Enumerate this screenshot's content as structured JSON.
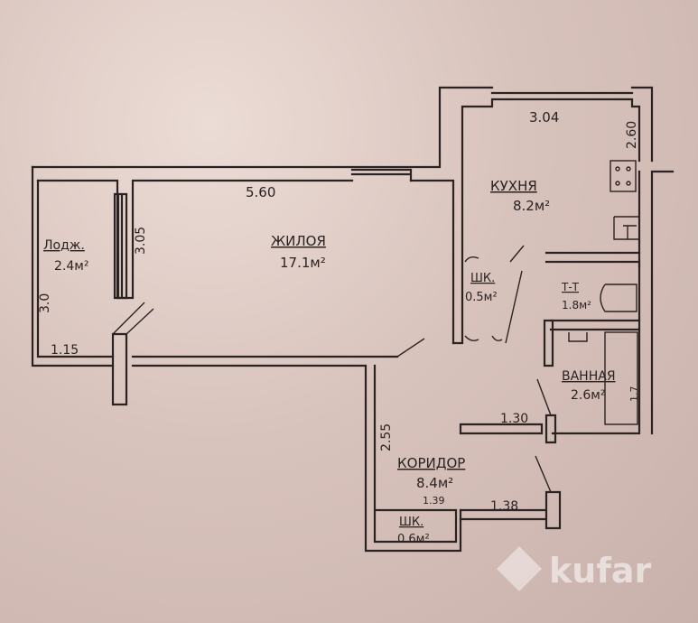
{
  "plan": {
    "rooms": {
      "living": {
        "name": "ЖИЛОЯ",
        "area": "17.1м²",
        "width": "5.60",
        "height": "3.05"
      },
      "loggia": {
        "name": "Лодж.",
        "area": "2.4м²",
        "width": "1.15",
        "height": "3.0"
      },
      "kitchen": {
        "name": "КУХНЯ",
        "area": "8.2м²",
        "width": "3.04",
        "height": "2.60"
      },
      "closet1": {
        "name": "ШК.",
        "area": "0.5м²"
      },
      "toilet": {
        "name": "Т-Т",
        "area": "1.8м²"
      },
      "bath": {
        "name": "ВАННАЯ",
        "area": "2.6м²",
        "width": "1.30",
        "height": "1.7"
      },
      "corridor": {
        "name": "КОРИДОР",
        "area": "8.4м²",
        "height": "2.55",
        "width1": "1.39",
        "width2": "1.38"
      },
      "closet2": {
        "name": "ШК.",
        "area": "0.6м²"
      }
    }
  },
  "watermark": {
    "text": "kufar"
  }
}
